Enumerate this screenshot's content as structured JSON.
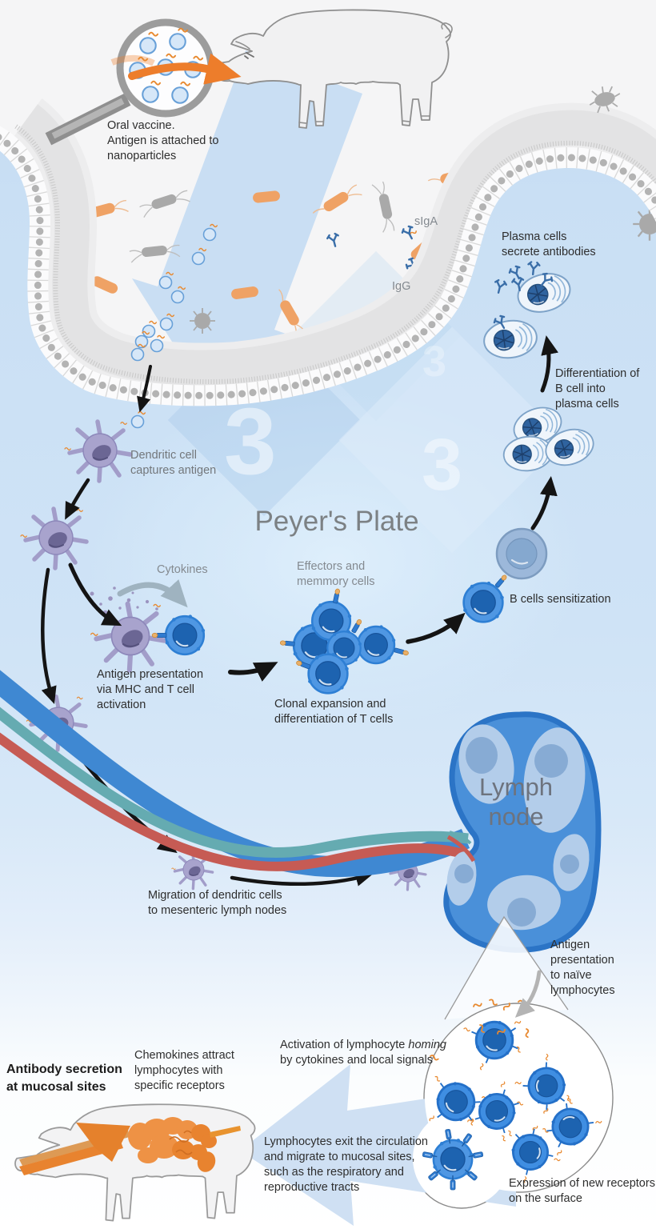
{
  "title": "Peyer's Plate",
  "watermark": {
    "digits": [
      "3",
      "3",
      "3"
    ]
  },
  "labels": {
    "oral_vaccine": "Oral vaccine.\nAntigen is attached to\nnanoparticles",
    "siga": "sIgA",
    "igg": "IgG",
    "plasma_cells": "Plasma cells\nsecrete antibodies",
    "differentiation": "Differentiation of\nB cell into\nplasma cells",
    "dendritic_capture": "Dendritic cell\ncaptures antigen",
    "peyers_title": "Peyer's Plate",
    "cytokines": "Cytokines",
    "effectors": "Effectors and\nmemmory cells",
    "antigen_presentation": "Antigen presentation\nvia MHC and T cell\nactivation",
    "clonal_expansion": "Clonal expansion and\ndifferentiation of T cells",
    "b_sensitization": "B cells sensitization",
    "lymph_node": "Lymph\nnode",
    "migration": "Migration of dendritic cells\nto mesenteric lymph nodes",
    "antigen_naive": "Antigen presentation\nto naïve lymphocytes",
    "activation": {
      "pre": "Activation of lymphocyte ",
      "italic": "homing",
      "post": " by cytokines and local signals"
    },
    "chemokines": "Chemokines attract\nlymphocytes with\nspecific receptors",
    "antibody_secretion": "Antibody secretion\nat mucosal sites",
    "lymphocytes_exit": "Lymphocytes exit the circulation\nand migrate to mucosal sites,\nsuch as the respiratory and\nreproductive tracts",
    "expression": "Expression of new receptors\non the surface"
  },
  "colors": {
    "background_top": "#f5f5f6",
    "peyers_blue": "#cde2f5",
    "flow_arrow_blue": "#c9def3",
    "mucus_gray": "#e3e3e4",
    "bacteria_orange": "#efa265",
    "bacteria_gray": "#a9a9a9",
    "antibody_blue": "#3a6ea8",
    "dendritic_purple": "#a8a3cd",
    "tcell_blue": "#4f97e3",
    "tcell_nucleus": "#1d63b0",
    "plasma_nucleus": "#2f639f",
    "lymph_node_blue": "#4a90d9",
    "vessel_blue": "#3f88d2",
    "vessel_teal": "#65abb1",
    "vessel_red": "#c65b54",
    "organ_orange": "#e8832f",
    "vaccine_arrow_orange": "#ed7d2b",
    "text_dark": "#2e2e2e",
    "text_gray": "#848a90"
  }
}
